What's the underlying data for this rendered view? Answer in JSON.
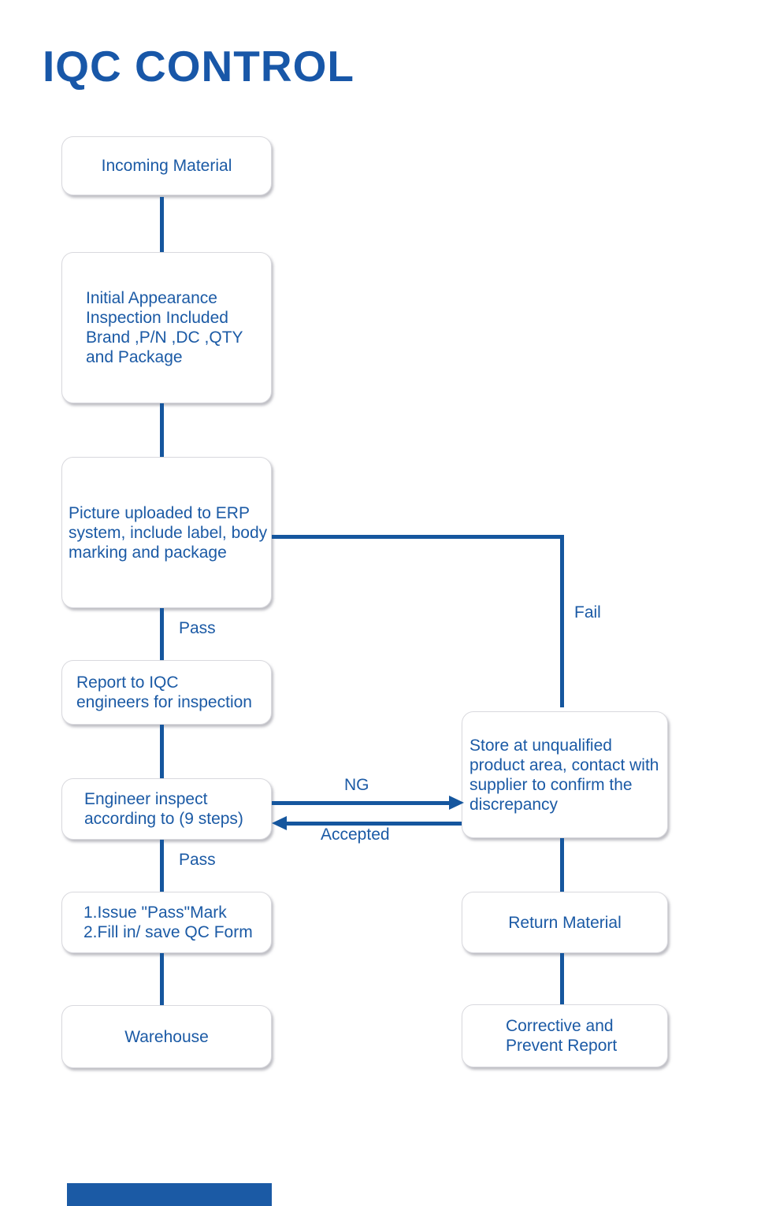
{
  "title": "IQC CONTROL",
  "colors": {
    "accent_blue": "#1B5AA5",
    "connector_blue": "#15569E",
    "box_border_gray": "#d9d9de"
  },
  "flowchart": {
    "nodes": {
      "incoming": {
        "label": "Incoming Material"
      },
      "initial_inspection": {
        "label": "Initial Appearance\nInspection Included\nBrand ,P/N ,DC ,QTY\nand Package"
      },
      "picture_upload": {
        "label": "Picture uploaded to ERP\nsystem, include label, body\nmarking and package"
      },
      "report_iqc": {
        "label": "Report to IQC\nengineers for inspection"
      },
      "engineer_inspect": {
        "label": "Engineer inspect\naccording to (9 steps)"
      },
      "store_unqualified": {
        "label": "Store at unqualified\nproduct area, contact with\nsupplier to confirm the\ndiscrepancy"
      },
      "issue_pass_mark": {
        "label": "1.Issue \"Pass\"Mark\n2.Fill in/ save QC Form"
      },
      "warehouse": {
        "label": "Warehouse"
      },
      "return_material": {
        "label": "Return Material"
      },
      "corrective_report": {
        "label": "Corrective and\nPrevent Report"
      }
    },
    "edge_labels": {
      "pass_upper": "Pass",
      "fail": "Fail",
      "ng": "NG",
      "accepted": "Accepted",
      "pass_lower": "Pass"
    }
  }
}
